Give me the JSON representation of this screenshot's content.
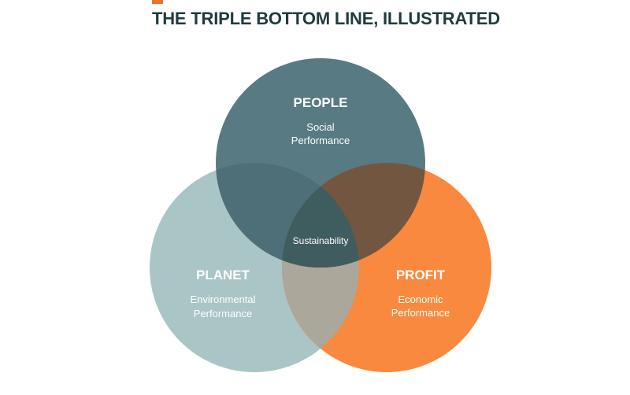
{
  "title": "THE TRIPLE BOTTOM LINE, ILLUSTRATED",
  "colors": {
    "accent": "#E8742F",
    "title": "#1F3B3E",
    "people": "#587A83",
    "planet": "#AAC5C5",
    "profit": "#F8893E",
    "people_planet": "#4E6F78",
    "people_profit": "#735640",
    "planet_profit": "#ABA79A",
    "center": "#3F5D5F"
  },
  "circles": {
    "people": {
      "title": "PEOPLE",
      "line1": "Social",
      "line2": "Performance"
    },
    "planet": {
      "title": "PLANET",
      "line1": "Environmental",
      "line2": "Performance"
    },
    "profit": {
      "title": "PROFIT",
      "line1": "Economic",
      "line2": "Performance"
    }
  },
  "center_label": "Sustainability"
}
